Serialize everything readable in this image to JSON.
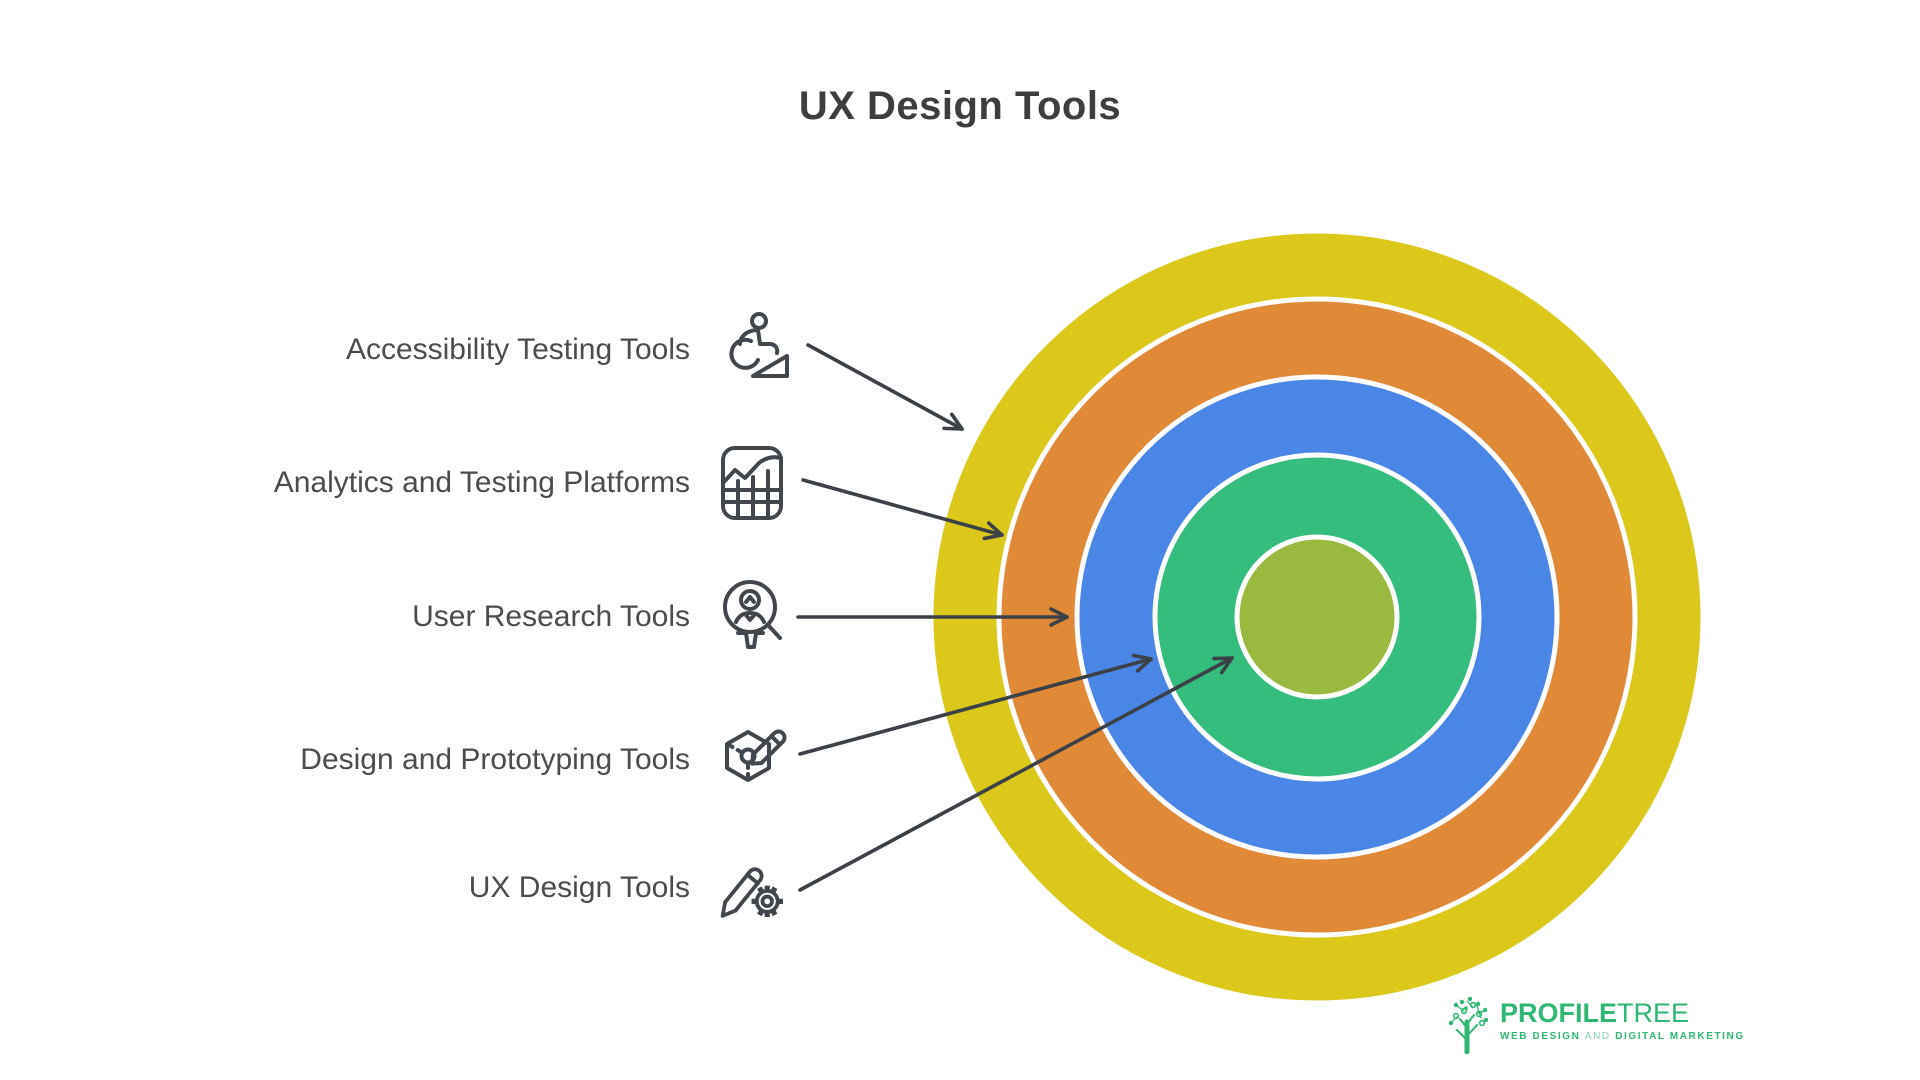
{
  "title": "UX Design Tools",
  "items": [
    {
      "label": "Accessibility Testing Tools",
      "icon": "wheelchair-ramp-icon"
    },
    {
      "label": "Analytics and Testing Platforms",
      "icon": "analytics-chart-icon"
    },
    {
      "label": "User Research Tools",
      "icon": "user-magnifier-icon"
    },
    {
      "label": "Design and Prototyping Tools",
      "icon": "cube-pencil-icon"
    },
    {
      "label": "UX Design Tools",
      "icon": "pencil-gear-icon"
    }
  ],
  "rings": [
    {
      "label": "Accessibility Testing Tools",
      "color": "#dcc81b",
      "r": 386
    },
    {
      "label": "Analytics and Testing Platforms",
      "color": "#e08a38",
      "r": 318
    },
    {
      "label": "User Research Tools",
      "color": "#4a86e6",
      "r": 240
    },
    {
      "label": "Design and Prototyping Tools",
      "color": "#35bd7d",
      "r": 162
    },
    {
      "label": "UX Design Tools",
      "color": "#9ab93f",
      "r": 80
    }
  ],
  "colors": {
    "arrow": "#3b4147",
    "title_text": "#3e3e3e",
    "label_text": "#4c4c4c",
    "icon_stroke": "#41474d",
    "ring_gap": "#ffffff",
    "brand_green": "#2eb873",
    "background": "#ffffff"
  },
  "logo": {
    "brand_bold": "PROFILE",
    "brand_light": "TREE",
    "tagline_web": "WEB DESIGN",
    "tagline_and": "AND",
    "tagline_marketing": "DIGITAL MARKETING"
  }
}
